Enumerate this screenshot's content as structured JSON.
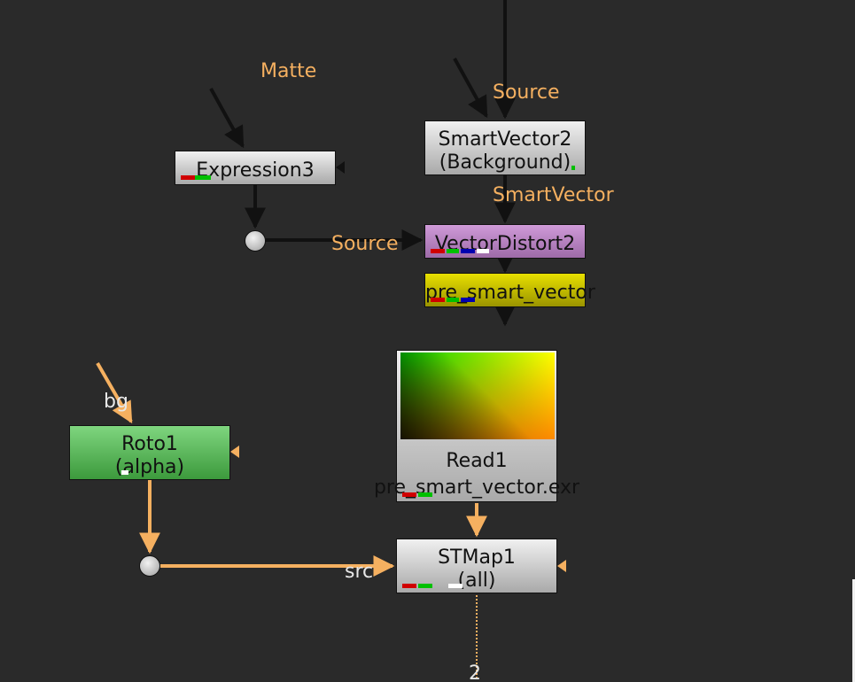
{
  "nodes": {
    "expression3": {
      "label": "Expression3"
    },
    "smartvector2": {
      "line1": "SmartVector2",
      "line2": "(Background)"
    },
    "vectordistort2": {
      "label": "VectorDistort2"
    },
    "pre_smart_vector": {
      "label": "pre_smart_vector"
    },
    "read1": {
      "line1": "Read1",
      "line2": "pre_smart_vector.exr"
    },
    "roto1": {
      "line1": "Roto1",
      "line2": "(alpha)"
    },
    "stmap1": {
      "line1": "STMap1",
      "line2": "(all)"
    }
  },
  "inputs": {
    "matte": "Matte",
    "source_top": "Source",
    "smartvector": "SmartVector",
    "source_left": "Source",
    "bg": "bg",
    "src": "src",
    "out_partial": "2"
  },
  "colors": {
    "background": "#2a2a2a",
    "wire_black": "#111111",
    "wire_orange": "#f5b060",
    "label_orange": "#f5b060"
  },
  "icons": {
    "node_arrow": "triangle-left"
  }
}
